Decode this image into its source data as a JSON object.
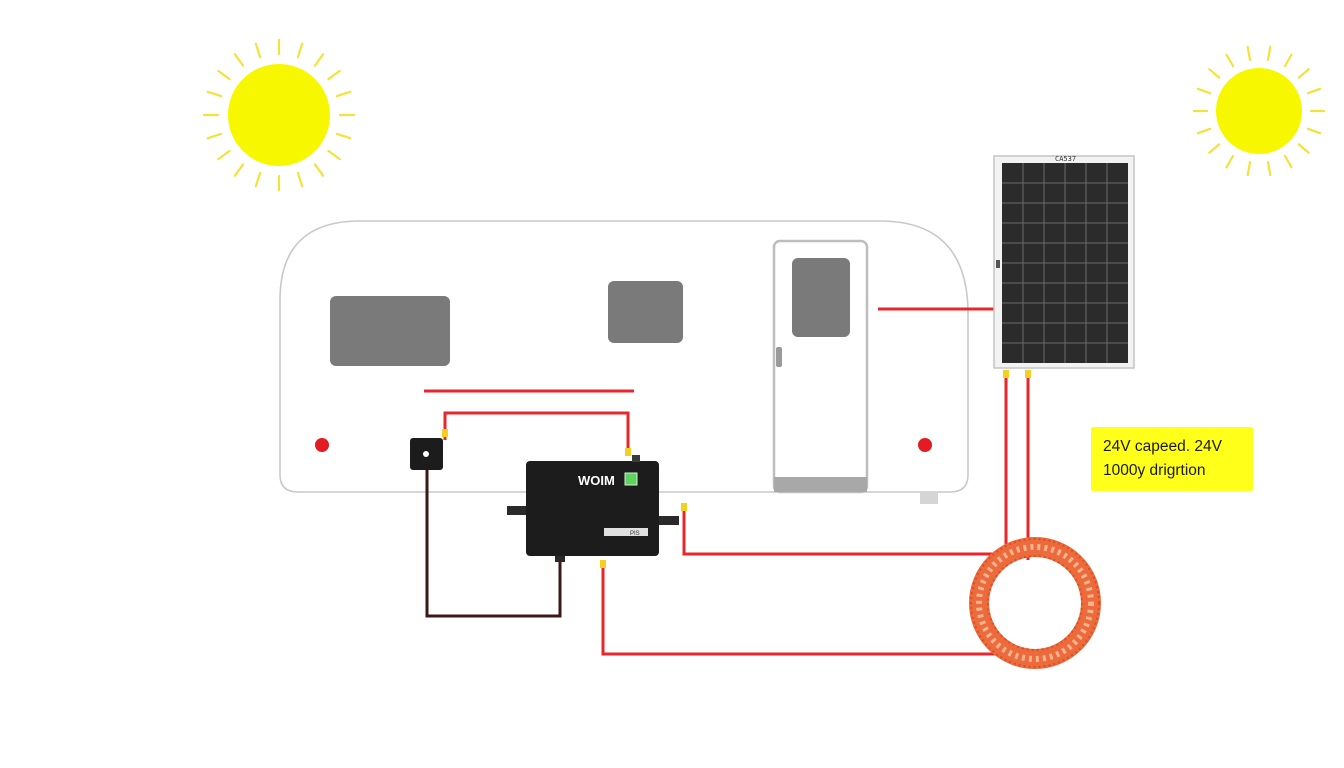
{
  "inverter": {
    "label": "WOIM",
    "small_label": "PIS"
  },
  "solar_panel": {
    "label": "CA537"
  },
  "callout": {
    "line1": "24V capeed. 24V",
    "line2": "1000y drigrtion"
  },
  "colors": {
    "sun": "#f7f700",
    "sun_rays": "#f4e23a",
    "wire_red": "#e8262b",
    "wire_dark": "#3a1a16",
    "connector": "#f4d020",
    "trailer_outline": "#c9c9c9",
    "trailer_window": "#7a7a7a",
    "trailer_light": "#e31b23",
    "inverter_body": "#1c1c1c",
    "panel_cell": "#2b2b2b",
    "cable_coil": "#ec6a3c",
    "callout_bg": "#ffff1a"
  }
}
